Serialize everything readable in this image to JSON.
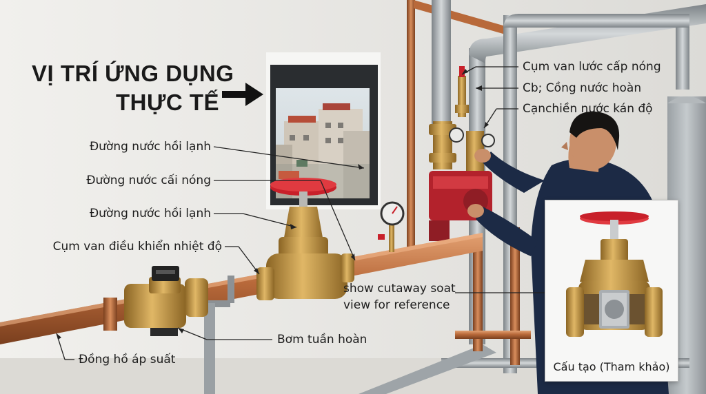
{
  "heading": {
    "line1": "VỊ TRÍ ỨNG DỤNG",
    "line2": "THỰC TẾ"
  },
  "labels_left": [
    "Đường nước hồi lạnh",
    "Đường nước cấi nóng",
    "Đường nước hồi lạnh",
    "Cụm van điều khiển nhiệt độ"
  ],
  "labels_right": [
    "Cụm van lước cấp nóng",
    "Cb; Cồng nước hoàn",
    "Cạnchiền nước kán độ"
  ],
  "labels_bottom": {
    "pump": "Bơm tuần hoàn",
    "gauge": "Đồng hồ áp suất"
  },
  "cutaway_note": {
    "line1": "show cutaway soat",
    "line2": "view for reference"
  },
  "inset": {
    "caption": "Cấu tạo (Tham khảo)"
  },
  "colors": {
    "copper": "#b8693a",
    "brass": "#c79a4a",
    "valve_red": "#c8202a",
    "pump_red": "#b3222c",
    "galvanized": "#a9aeb2",
    "wall": "#ecebe8",
    "shirt": "#1c2a45"
  }
}
